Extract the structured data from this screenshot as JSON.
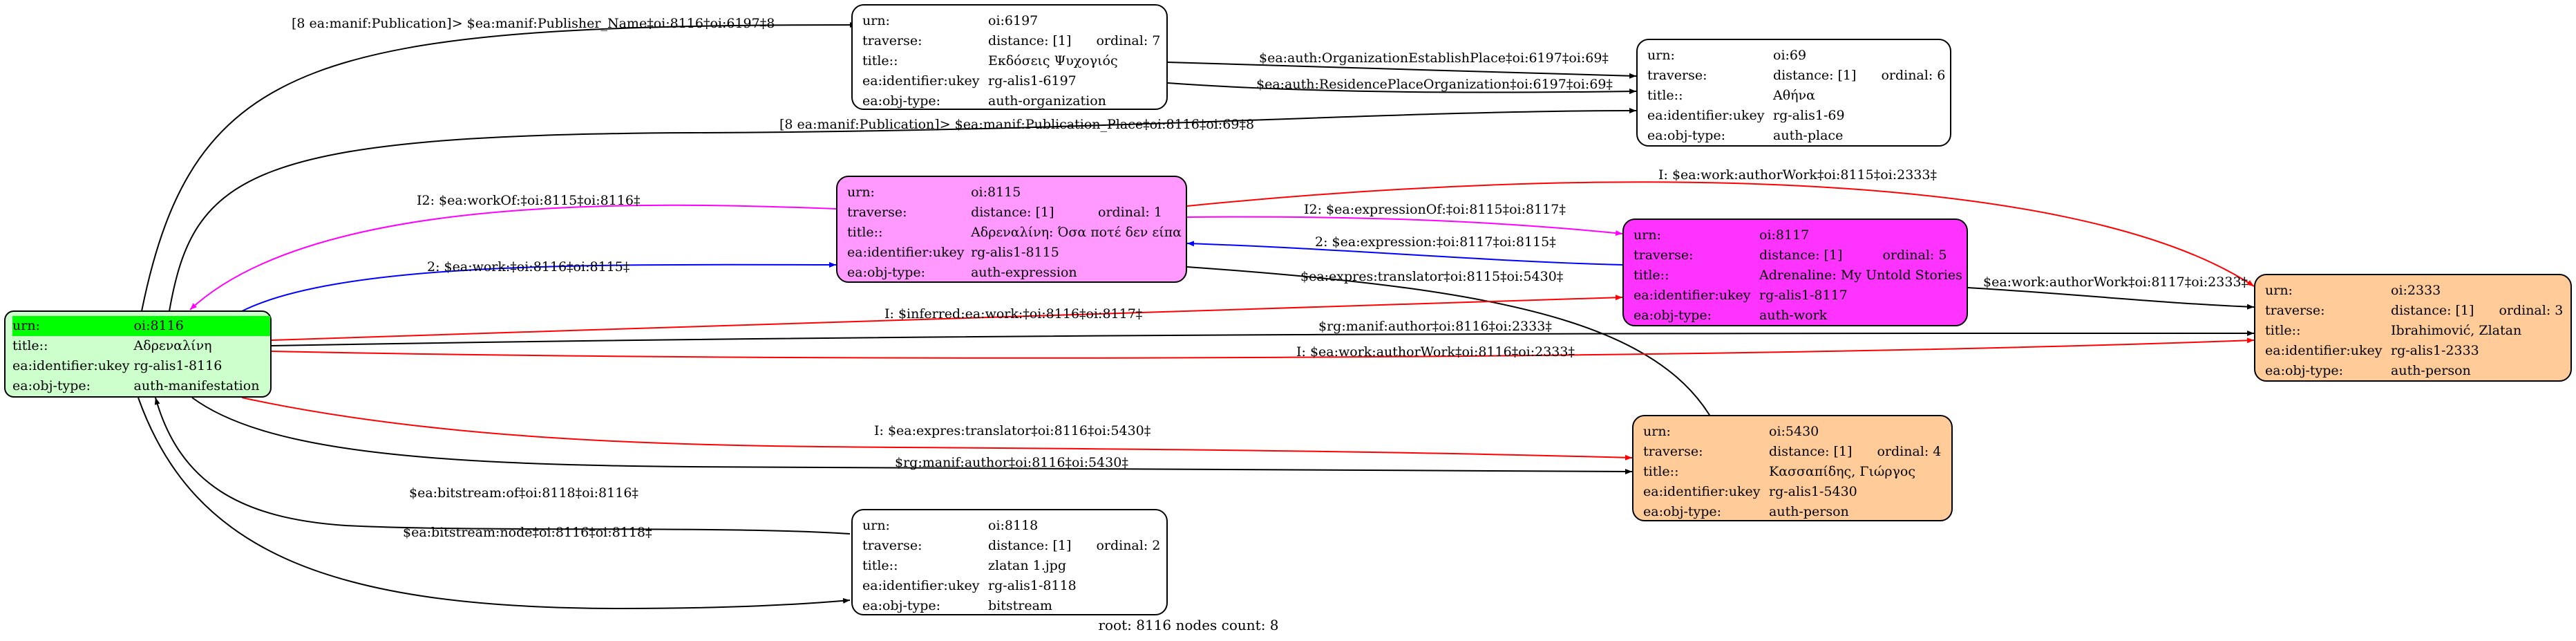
{
  "nodes": {
    "n8116": {
      "urn": "oi:8116",
      "title": "Αδρεναλίνη",
      "ukey": "rg-alis1-8116",
      "objtype": "auth-manifestation"
    },
    "n6197": {
      "urn": "oi:6197",
      "distance": "distance: [1]",
      "ordinal": "ordinal: 7",
      "title": "Εκδόσεις Ψυχογιός",
      "ukey": "rg-alis1-6197",
      "objtype": "auth-organization"
    },
    "n69": {
      "urn": "oi:69",
      "distance": "distance: [1]",
      "ordinal": "ordinal: 6",
      "title": "Αθήνα",
      "ukey": "rg-alis1-69",
      "objtype": "auth-place"
    },
    "n8115": {
      "urn": "oi:8115",
      "distance": "distance: [1]",
      "ordinal": "ordinal: 1",
      "title": "Αδρεναλίνη: Όσα ποτέ δεν είπα",
      "ukey": "rg-alis1-8115",
      "objtype": "auth-expression"
    },
    "n8117": {
      "urn": "oi:8117",
      "distance": "distance: [1]",
      "ordinal": "ordinal: 5",
      "title": "Adrenaline: My Untold Stories",
      "ukey": "rg-alis1-8117",
      "objtype": "auth-work"
    },
    "n2333": {
      "urn": "oi:2333",
      "distance": "distance: [1]",
      "ordinal": "ordinal: 3",
      "title": "Ibrahimović, Zlatan",
      "ukey": "rg-alis1-2333",
      "objtype": "auth-person"
    },
    "n5430": {
      "urn": "oi:5430",
      "distance": "distance: [1]",
      "ordinal": "ordinal: 4",
      "title": "Κασσαπίδης, Γιώργος",
      "ukey": "rg-alis1-5430",
      "objtype": "auth-person"
    },
    "n8118": {
      "urn": "oi:8118",
      "distance": "distance: [1]",
      "ordinal": "ordinal: 2",
      "title": "zlatan 1.jpg",
      "ukey": "rg-alis1-8118",
      "objtype": "bitstream"
    }
  },
  "field_labels": {
    "urn": "urn:",
    "traverse": "traverse:",
    "title": "title::",
    "ukey": "ea:identifier:ukey",
    "objtype": "ea:obj-type:"
  },
  "edges": [
    {
      "id": "e1",
      "label": "[8 ea:manif:Publication]> $ea:manif:Publisher_Name‡oi:8116‡oi:6197‡8",
      "color": "#000000"
    },
    {
      "id": "e2",
      "label": "[8 ea:manif:Publication]> $ea:manif:Publication_Place‡oi:8116‡oi:69‡8",
      "color": "#000000"
    },
    {
      "id": "e3",
      "label": "$ea:auth:OrganizationEstablishPlace‡oi:6197‡oi:69‡",
      "color": "#000000"
    },
    {
      "id": "e4",
      "label": "$ea:auth:ResidencePlaceOrganization‡oi:6197‡oi:69‡",
      "color": "#000000"
    },
    {
      "id": "e5",
      "label": "I2: $ea:workOf:‡oi:8115‡oi:8116‡",
      "color": "#ff00ff"
    },
    {
      "id": "e6",
      "label": "2: $ea:work:‡oi:8116‡oi:8115‡",
      "color": "#0000ff"
    },
    {
      "id": "e7",
      "label": "I: $ea:work:authorWork‡oi:8115‡oi:2333‡",
      "color": "#ff0000"
    },
    {
      "id": "e8",
      "label": "I2: $ea:expressionOf:‡oi:8115‡oi:8117‡",
      "color": "#ff00ff"
    },
    {
      "id": "e9",
      "label": "2: $ea:expression:‡oi:8117‡oi:8115‡",
      "color": "#0000ff"
    },
    {
      "id": "e10",
      "label": "$ea:expres:translator‡oi:8115‡oi:5430‡",
      "color": "#000000"
    },
    {
      "id": "e11",
      "label": "I: $inferred:ea:work:‡oi:8116‡oi:8117‡",
      "color": "#ff0000"
    },
    {
      "id": "e12",
      "label": "$ea:work:authorWork‡oi:8117‡oi:2333‡",
      "color": "#000000"
    },
    {
      "id": "e13",
      "label": "$rg:manif:author‡oi:8116‡oi:2333‡",
      "color": "#000000"
    },
    {
      "id": "e14",
      "label": "I: $ea:work:authorWork‡oi:8116‡oi:2333‡",
      "color": "#ff0000"
    },
    {
      "id": "e15",
      "label": "I: $ea:expres:translator‡oi:8116‡oi:5430‡",
      "color": "#ff0000"
    },
    {
      "id": "e16",
      "label": "$rg:manif:author‡oi:8116‡oi:5430‡",
      "color": "#000000"
    },
    {
      "id": "e17",
      "label": "$ea:bitstream:of‡oi:8118‡oi:8116‡",
      "color": "#000000"
    },
    {
      "id": "e18",
      "label": "$ea:bitstream:node‡oi:8116‡oi:8118‡",
      "color": "#000000"
    }
  ],
  "footer": "root: 8116 nodes count: 8"
}
